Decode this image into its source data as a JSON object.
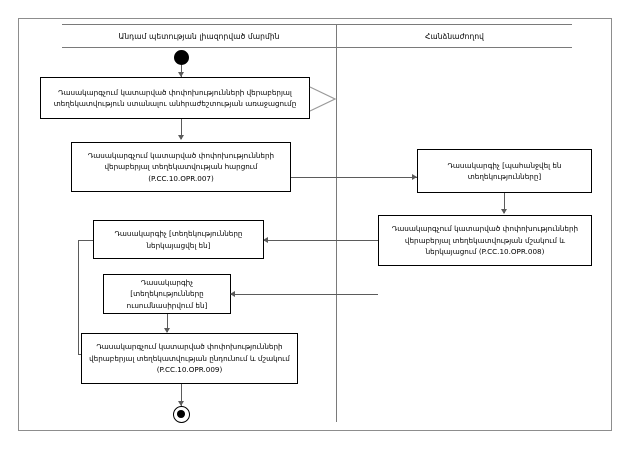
{
  "diagram": {
    "type": "uml-activity-diagram",
    "lanes": [
      {
        "id": "lane-member-state",
        "title": "Անդամ պետության լիազորված մարմին"
      },
      {
        "id": "lane-commission",
        "title": "Հանձնաժողով"
      }
    ],
    "nodes": {
      "start": {
        "name": "initial-node",
        "label": ""
      },
      "activity1": {
        "lines": [
          "Դասակարգչում կատարված փոփոխությունների վերաբերյալ",
          "տեղեկատվություն ստանալու անհրաժեշտության առաջացումը"
        ]
      },
      "activity2": {
        "lines": [
          "Դասակարգչում կատարված փոփոխությունների",
          "վերաբերյալ տեղեկատվության հարցում",
          "(P.CC.10.OPR.007)"
        ]
      },
      "state1": {
        "lines": [
          "Դասակարգիչ [պահանջվել են",
          "տեղեկությունները]"
        ]
      },
      "activity3": {
        "lines": [
          "Դասակարգչում կատարված փոփոխությունների",
          "վերաբերյալ տեղեկատվության մշակում և",
          "ներկայացում (P.CC.10.OPR.008)"
        ]
      },
      "state2": {
        "lines": [
          "Դասակարգիչ [տեղեկությունները",
          "ներկայացվել են]"
        ]
      },
      "state3": {
        "lines": [
          "Դասակարգիչ",
          "[տեղեկությունները",
          "ուսումնասիրվում են]"
        ]
      },
      "activity4": {
        "lines": [
          "Դասակարգչում կատարված փոփոխությունների",
          "վերաբերյալ տեղեկատվության ընդունում և մշակում",
          "(P.CC.10.OPR.009)"
        ]
      },
      "end": {
        "name": "final-node",
        "label": ""
      }
    },
    "colors": {
      "node_border": "#000000",
      "lane_border": "#7a7a7a",
      "frame_border": "#8d8d8d",
      "edge": "#5b5b5b",
      "background": "#ffffff",
      "text": "#000000"
    }
  }
}
